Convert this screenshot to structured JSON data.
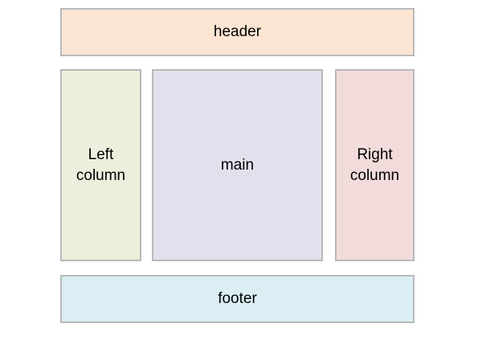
{
  "page": {
    "background_color": "#ffffff",
    "border_color": "#b9b9b9",
    "text_color": "#000000"
  },
  "boxes": {
    "header": {
      "label": "header",
      "bg": "#fce5d3"
    },
    "left_column": {
      "label": "Left column",
      "bg": "#ebefdc"
    },
    "main": {
      "label": "main",
      "bg": "#e4dfec"
    },
    "right_column": {
      "label": "Right column",
      "bg": "#f2dcdb"
    },
    "footer": {
      "label": "footer",
      "bg": "#daeef3"
    }
  }
}
